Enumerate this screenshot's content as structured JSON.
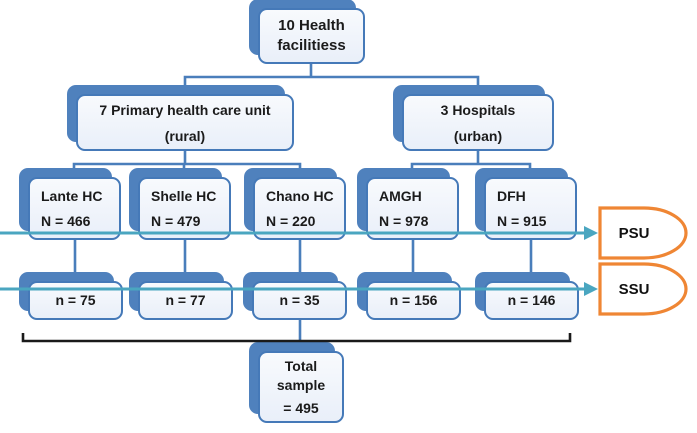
{
  "colors": {
    "box_border": "#4579b8",
    "box_shadow": "#4f81bd",
    "connector": "#4a7ebb",
    "arrow": "#4aa6c0",
    "bracket": "#1a1a1a",
    "accent_orange": "#ef8634"
  },
  "nodes": {
    "root": {
      "line1": "10 Health",
      "line2": "facilitiess"
    },
    "rural_group": {
      "line1": "7 Primary health care unit",
      "line2": "(rural)"
    },
    "urban_group": {
      "line1": "3 Hospitals",
      "line2": "(urban)"
    },
    "facilities": [
      {
        "name": "Lante HC",
        "population": "N = 466",
        "sample": "n = 75"
      },
      {
        "name": "Shelle HC",
        "population": "N = 479",
        "sample": "n = 77"
      },
      {
        "name": "Chano HC",
        "population": "N = 220",
        "sample": "n = 35"
      },
      {
        "name": "AMGH",
        "population": "N = 978",
        "sample": "n = 156"
      },
      {
        "name": "DFH",
        "population": "N = 915",
        "sample": "n = 146"
      }
    ],
    "total": {
      "line1": "Total",
      "line2": "sample",
      "line3": "= 495"
    }
  },
  "annotations": {
    "psu": "PSU",
    "ssu": "SSU"
  }
}
